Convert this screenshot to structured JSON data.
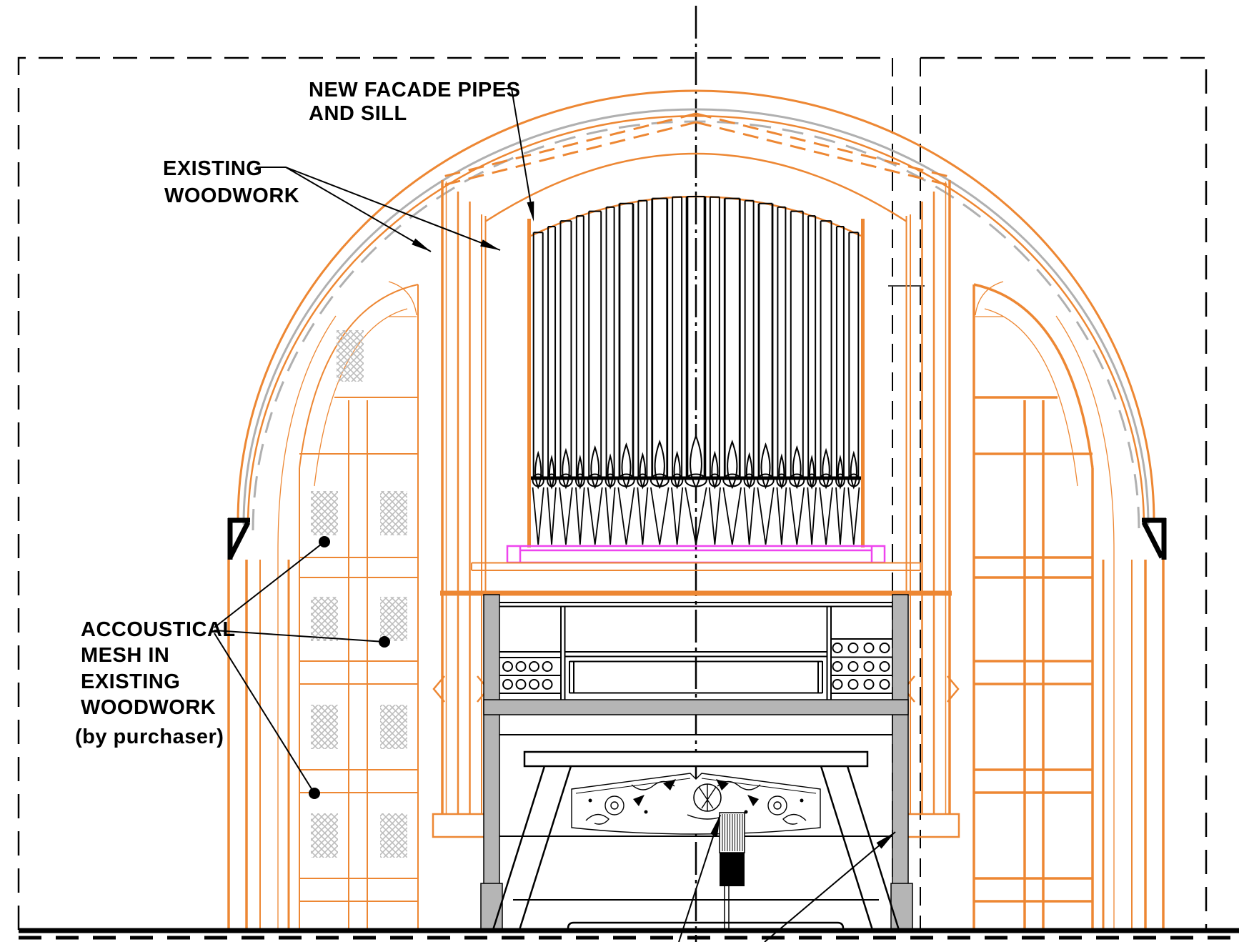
{
  "drawing": {
    "labels": {
      "facade_pipes_1": "NEW FACADE PIPES",
      "facade_pipes_2": "AND SILL",
      "existing_woodwork_1": "EXISTING",
      "existing_woodwork_2": "WOODWORK",
      "acoustic_mesh_1": "ACCOUSTICAL",
      "acoustic_mesh_2": "MESH IN",
      "acoustic_mesh_3": "EXISTING",
      "acoustic_mesh_4": "WOODWORK",
      "acoustic_mesh_5": "(by purchaser)"
    },
    "colors": {
      "woodwork_orange": "#ED8733",
      "sill_magenta": "#EE44EE",
      "structure_gray": "#B5B5B5",
      "arc_gray": "#B0B0B0",
      "mesh_gray": "#BDBDBD",
      "line_black": "#000000",
      "background": "#FFFFFF"
    },
    "facade": {
      "pipe_count": 21
    }
  }
}
